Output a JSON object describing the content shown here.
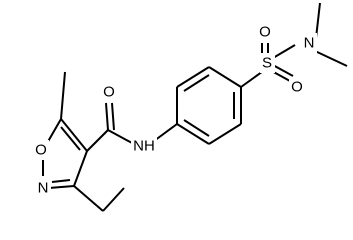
{
  "diagram": {
    "type": "chemical-structure",
    "colors": {
      "background": "#ffffff",
      "bond": "#000000",
      "label": "#000000"
    },
    "atoms": {
      "sulfonyl_o_top": "O",
      "sulfonyl_o_bottom": "O",
      "sulfur": "S",
      "dimethylamine_n": "N",
      "carbonyl_o": "O",
      "amide_nh": "NH",
      "isoxazole_o": "O",
      "isoxazole_n": "N"
    }
  }
}
